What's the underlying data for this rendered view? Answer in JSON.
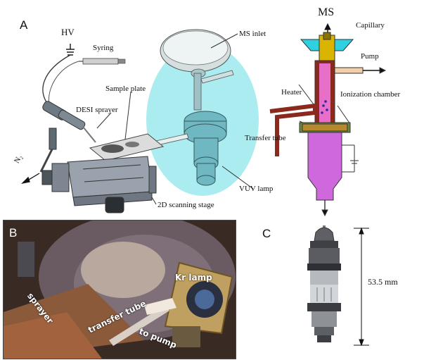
{
  "panelA": {
    "letter": "A",
    "labels": {
      "hv": "HV",
      "syring": "Syring",
      "sample_plate": "Sample plate",
      "desi_sprayer": "DESI sprayer",
      "n2": "N₂",
      "scanning_stage": "2D scanning stage",
      "ms_inlet": "MS inlet",
      "vuv_lamp": "VUV lamp",
      "transfer_tube": "Transfer tube",
      "heater": "Heater",
      "ms": "MS",
      "capillary": "Capillary",
      "pump": "Pump",
      "ionization_chamber": "Ionization chamber"
    }
  },
  "panelB": {
    "letter": "B",
    "labels": {
      "sprayer": "sprayer",
      "transfer_tube": "transfer tube",
      "kr_lamp": "Kr lamp",
      "to_pump": "to pump"
    }
  },
  "panelC": {
    "letter": "C",
    "dimension": "53.5 mm"
  },
  "colors": {
    "vuv_glow": "#7fe3e8",
    "chamber": "#e15ac8",
    "transfer_tube": "#8b2a1c",
    "inlet_cap": "#2fd0e0",
    "inlet_gold": "#d9b400"
  }
}
